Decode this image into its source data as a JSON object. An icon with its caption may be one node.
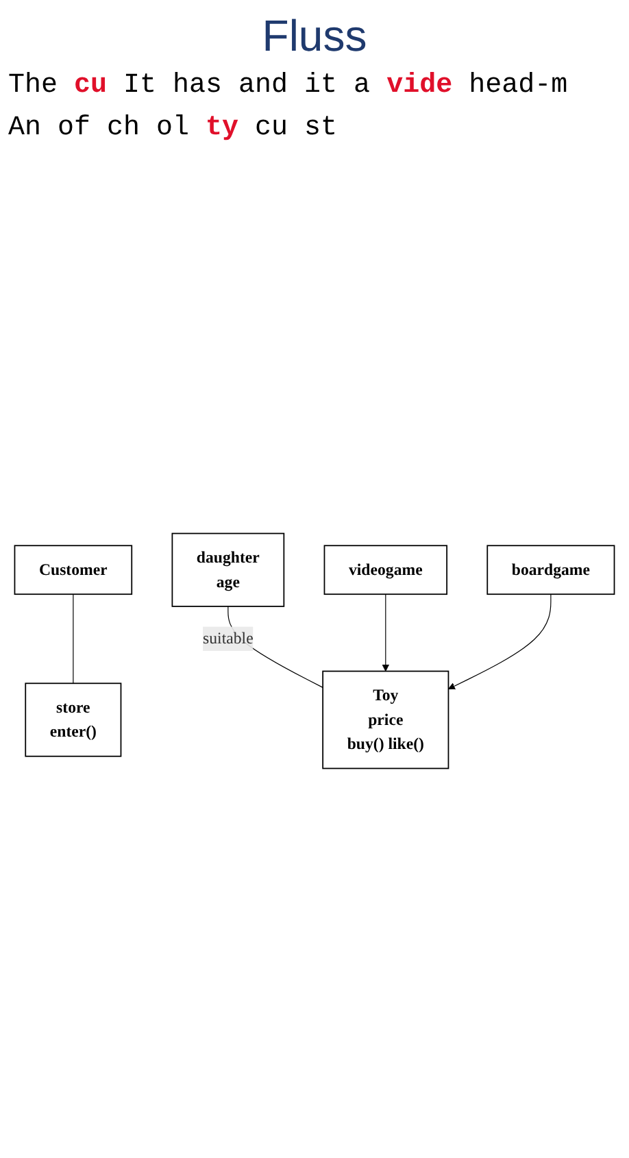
{
  "diagram": {
    "title": "Fluss",
    "nodes": [
      {
        "text": [
          "Customer"
        ]
      },
      {
        "text": [
          "store",
          "enter()"
        ]
      },
      {
        "text": [
          "daughter",
          "age"
        ]
      },
      {
        "text": [
          "Toy",
          "price",
          "buy() like()"
        ]
      },
      {
        "text": [
          "videogame"
        ]
      },
      {
        "text": [
          "boardgame"
        ]
      }
    ],
    "edges": [
      {
        "from": 0,
        "to": 1,
        "arrow": "none"
      },
      {
        "from": 2,
        "to": 3,
        "arrow": "none",
        "label": "suitable"
      },
      {
        "from": 4,
        "to": 3,
        "arrow": "to"
      },
      {
        "from": 5,
        "to": 3,
        "arrow": "to"
      }
    ],
    "labels": [
      "The **cu** It has and it a **vide** head-m",
      "An of ch ol **ty** cu st"
    ]
  }
}
